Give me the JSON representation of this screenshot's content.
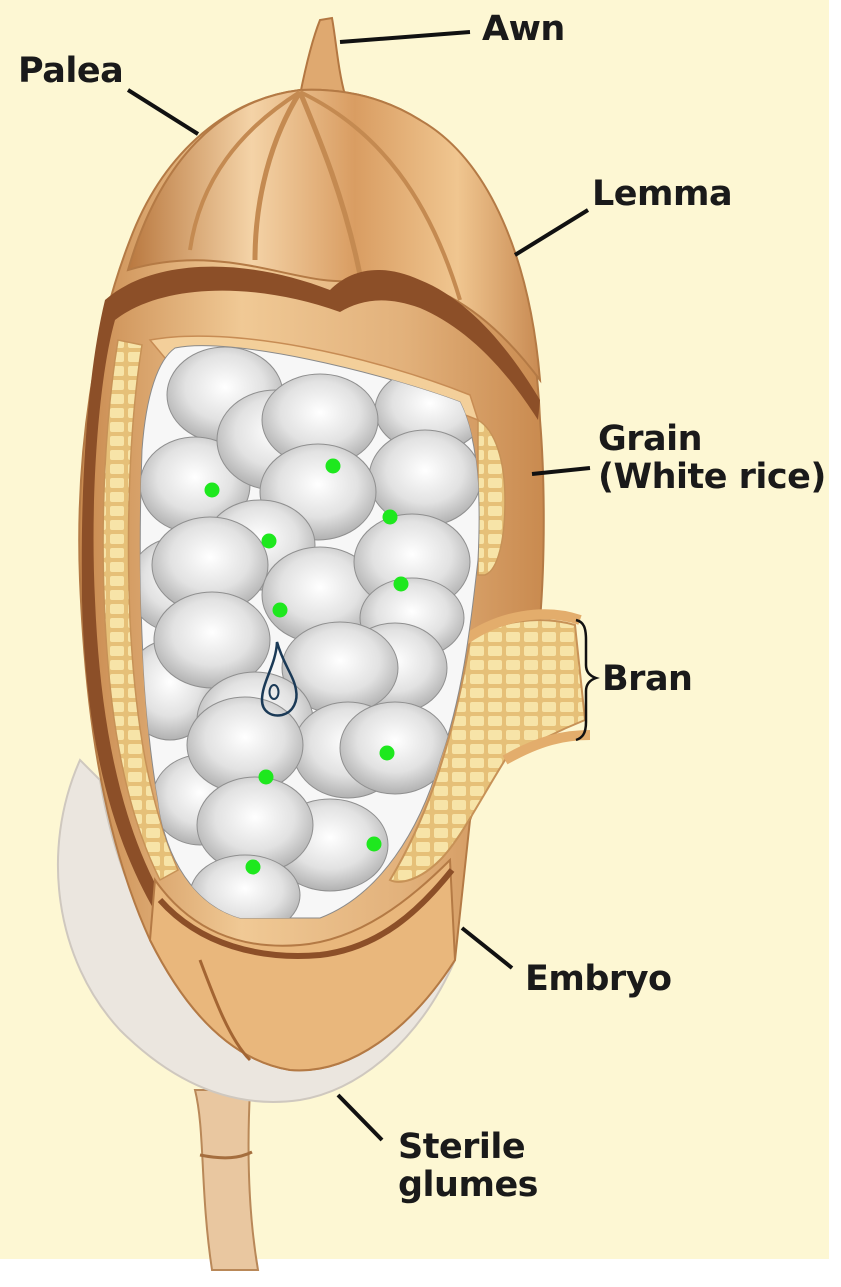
{
  "colors": {
    "background": "#fdf7d3",
    "husk_light": "#f2d3a6",
    "husk_mid": "#e0ab6e",
    "husk_dark": "#8a4d27",
    "bran_cells": "#f3dd9c",
    "starch_granule": "#d9d9d9",
    "marker_dot": "#1ee81e",
    "nucleus_outline": "#1b3a57",
    "leader_line": "#111111"
  },
  "labels": {
    "awn": "Awn",
    "palea": "Palea",
    "lemma": "Lemma",
    "grain_line1": "Grain",
    "grain_line2": "(White rice)",
    "bran": "Bran",
    "embryo": "Embryo",
    "sterile_line1": "Sterile",
    "sterile_line2": "glumes"
  },
  "markers": {
    "dot_icon": "green-dot-icon",
    "nucleus_icon": "teardrop-nucleus-icon"
  }
}
